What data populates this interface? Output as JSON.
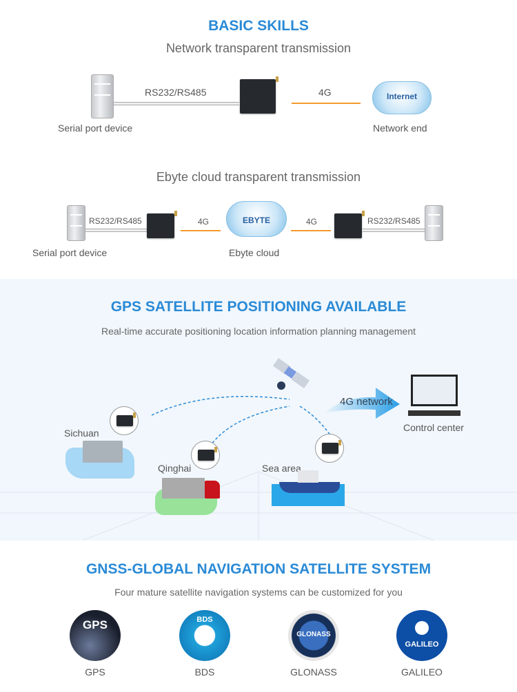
{
  "basic": {
    "title": "BASIC SKILLS",
    "network": {
      "subtitle": "Network transparent transmission",
      "link_label": "RS232/RS485",
      "wireless_label": "4G",
      "cloud_label": "Internet",
      "left_label": "Serial port device",
      "right_label": "Network end"
    },
    "cloud": {
      "subtitle": "Ebyte cloud transparent transmission",
      "left_link": "RS232/RS485",
      "left_wireless": "4G",
      "cloud_logo": "EBYTE",
      "right_wireless": "4G",
      "right_link": "RS232/RS485",
      "left_label": "Serial port device",
      "cloud_label": "Ebyte cloud"
    }
  },
  "gps": {
    "title": "GPS SATELLITE POSITIONING AVAILABLE",
    "subtitle": "Real-time accurate positioning location information planning management",
    "locations": [
      "Sichuan",
      "Qinghai",
      "Sea area"
    ],
    "network_label": "4G network",
    "center_label": "Control center"
  },
  "gnss": {
    "title": "GNSS-GLOBAL NAVIGATION SATELLITE SYSTEM",
    "subtitle": "Four mature satellite navigation systems can be customized for you",
    "systems": [
      {
        "label": "GPS",
        "logo": "GPS"
      },
      {
        "label": "BDS",
        "logo": "BDS"
      },
      {
        "label": "GLONASS",
        "logo": "GLONASS"
      },
      {
        "label": "GALILEO",
        "logo": "GALILEO"
      }
    ]
  },
  "colors": {
    "accent": "#2a8ad6",
    "wireless": "#f39a2c",
    "section_bg": "#f1f7fc"
  }
}
